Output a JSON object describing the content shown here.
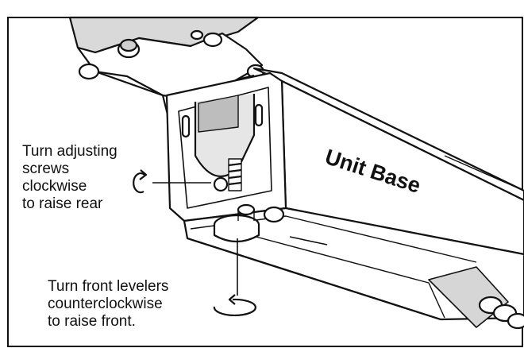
{
  "diagram": {
    "part_label": "Unit Base",
    "rear_instruction": [
      "Turn adjusting",
      "screws",
      "clockwise",
      "to raise rear"
    ],
    "front_instruction": [
      "Turn front levelers",
      "counterclockwise",
      "to raise front."
    ],
    "icons": [
      "clockwise-arrow-icon",
      "counterclockwise-arrow-icon"
    ],
    "colors": {
      "ink": "#111111",
      "paper": "#ffffff",
      "shade": "#bdbdbd"
    }
  }
}
